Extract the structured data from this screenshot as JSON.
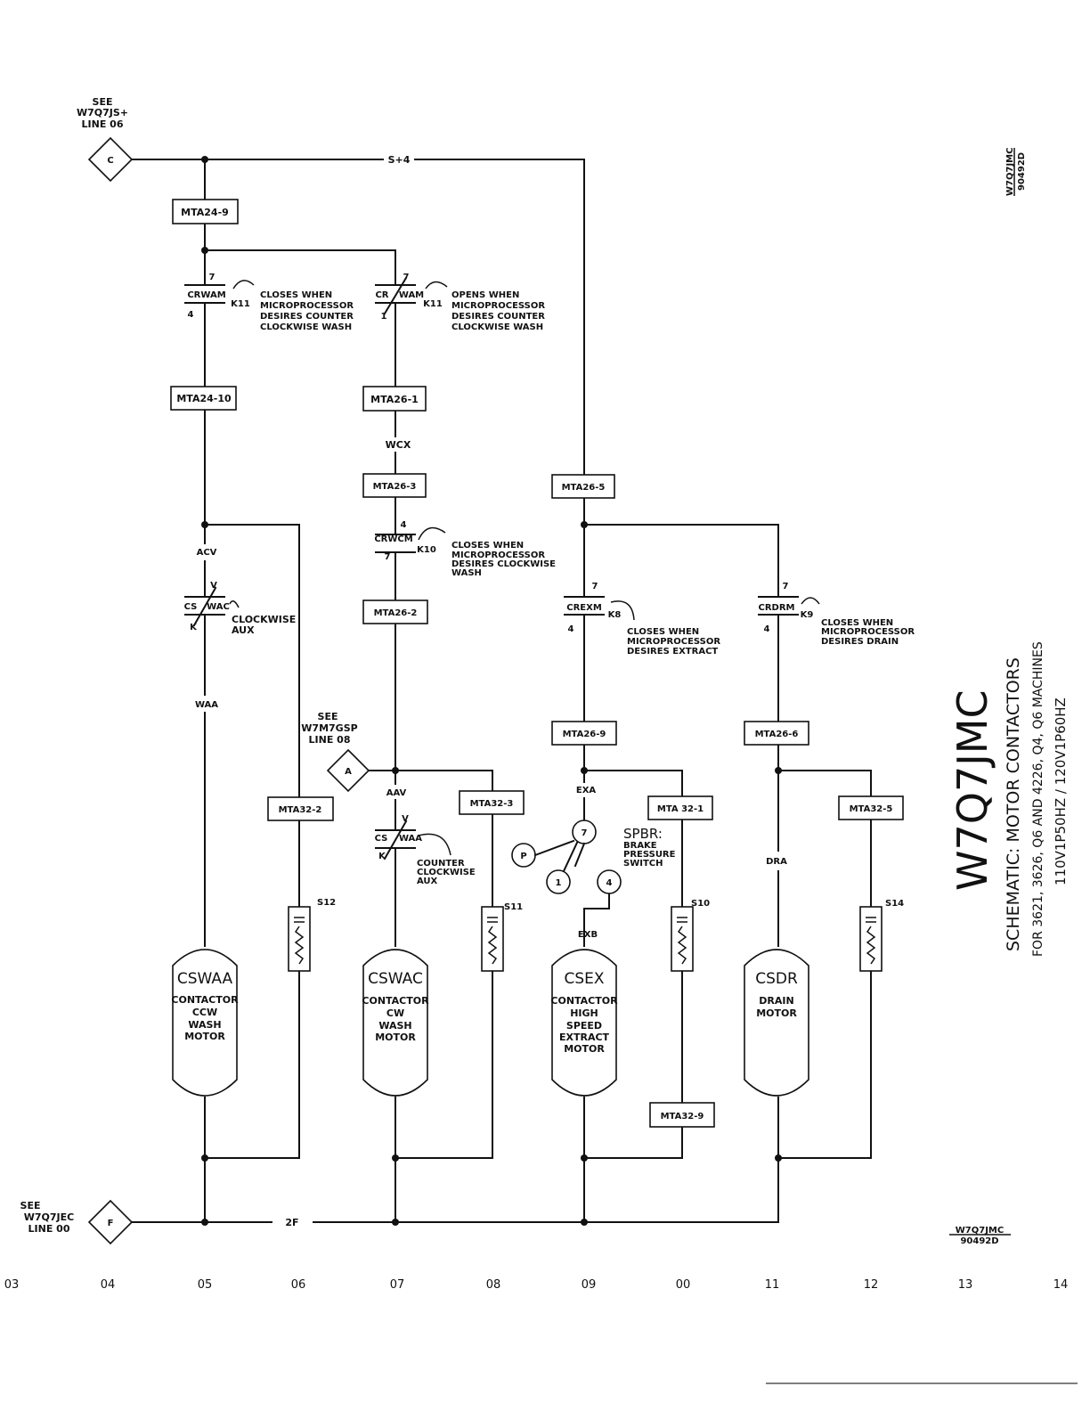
{
  "refs": {
    "top_left": {
      "line1": "SEE",
      "line2": "W7Q7JS+",
      "line3": "LINE 06",
      "symbol": "C"
    },
    "bottom_left": {
      "line1": "SEE",
      "line2": "W7Q7JEC",
      "line3": "LINE 00",
      "symbol": "F"
    },
    "mid": {
      "line1": "SEE",
      "line2": "W7M7GSP",
      "line3": "LINE 08",
      "symbol": "A"
    }
  },
  "wires": {
    "top_bus": "S+4",
    "bottom_bus": "2F",
    "wcx": "WCX",
    "acv": "ACV",
    "waa": "WAA",
    "aav": "AAV",
    "exa": "EXA",
    "exb": "EXB",
    "dra": "DRA"
  },
  "terminals": {
    "mta24_9": "MTA24-9",
    "mta24_10": "MTA24-10",
    "mta26_1": "MTA26-1",
    "mta26_3": "MTA26-3",
    "mta26_5": "MTA26-5",
    "mta26_2": "MTA26-2",
    "mta26_9": "MTA26-9",
    "mta26_6": "MTA26-6",
    "mta32_2": "MTA32-2",
    "mta32_3": "MTA32-3",
    "mta32_1": "MTA 32-1",
    "mta32_5": "MTA32-5",
    "mta32_9": "MTA32-9"
  },
  "contacts": {
    "crwam_no": {
      "label": "CRWAM",
      "top": "7",
      "bottom": "4",
      "relay": "K11",
      "note": [
        "CLOSES WHEN",
        "MICROPROCESSOR",
        "DESIRES COUNTER",
        "CLOCKWISE WASH"
      ]
    },
    "crwam_nc": {
      "label_a": "CR",
      "label_b": "WAM",
      "top": "7",
      "bottom": "1",
      "relay": "K11",
      "note": [
        "OPENS WHEN",
        "MICROPROCESSOR",
        "DESIRES COUNTER",
        "CLOCKWISE  WASH"
      ]
    },
    "crwcm": {
      "label": "CRWCM",
      "top": "4",
      "bottom": "7",
      "relay": "K10",
      "note": [
        "CLOSES  WHEN",
        "MICROPROCESSOR",
        "DESIRES CLOCKWISE",
        "WASH"
      ]
    },
    "cswac_aux": {
      "label_a": "CS",
      "label_b": "WAC",
      "top": "V",
      "bottom": "K",
      "note": [
        "CLOCKWISE",
        "AUX"
      ]
    },
    "cswaa_aux": {
      "label_a": "CS",
      "label_b": "WAA",
      "top": "V",
      "bottom": "K",
      "note": [
        "COUNTER",
        "CLOCKWISE",
        "AUX"
      ]
    },
    "crexm": {
      "label": "CREXM",
      "top": "7",
      "bottom": "4",
      "relay": "K8",
      "note": [
        "CLOSES  WHEN",
        "MICROPROCESSOR",
        "DESIRES  EXTRACT"
      ]
    },
    "crdrm": {
      "label": "CRDRM",
      "top": "7",
      "bottom": "4",
      "relay": "K9",
      "note": [
        "CLOSES  WHEN",
        "MICROPROCESSOR",
        "DESIRES DRAIN"
      ]
    }
  },
  "spbr": {
    "title": "SPBR:",
    "note": [
      "BRAKE",
      "PRESSURE",
      "SWITCH"
    ],
    "p": "P",
    "t7": "7",
    "t1": "1",
    "t4": "4"
  },
  "suppressors": {
    "s12": "S12",
    "s11": "S11",
    "s10": "S10",
    "s14": "S14"
  },
  "coils": [
    {
      "name": "CSWAA",
      "lines": [
        "CONTACTOR",
        "CCW",
        "WASH",
        "MOTOR"
      ]
    },
    {
      "name": "CSWAC",
      "lines": [
        "CONTACTOR",
        "CW",
        "WASH",
        "MOTOR"
      ]
    },
    {
      "name": "CSEX",
      "lines": [
        "CONTACTOR",
        "HIGH",
        "SPEED",
        "EXTRACT",
        "MOTOR"
      ]
    },
    {
      "name": "CSDR",
      "lines": [
        "DRAIN",
        "MOTOR"
      ]
    }
  ],
  "title_block": {
    "code": "W7Q7JMC",
    "subtitle": "SCHEMATIC:  MOTOR  CONTACTORS",
    "machines": "FOR  3621, 3626,  Q6 AND 4226, Q4,  Q6  MACHINES",
    "power": "110V1P50HZ / 120V1P60HZ",
    "stamp_top": "W7Q7JMC",
    "stamp_bottom": "90492D"
  },
  "corner_stamp": {
    "top": "W7Q7JMC",
    "bottom": "90492D"
  },
  "columns": [
    "03",
    "04",
    "05",
    "06",
    "07",
    "08",
    "09",
    "00",
    "11",
    "12",
    "13",
    "14"
  ]
}
